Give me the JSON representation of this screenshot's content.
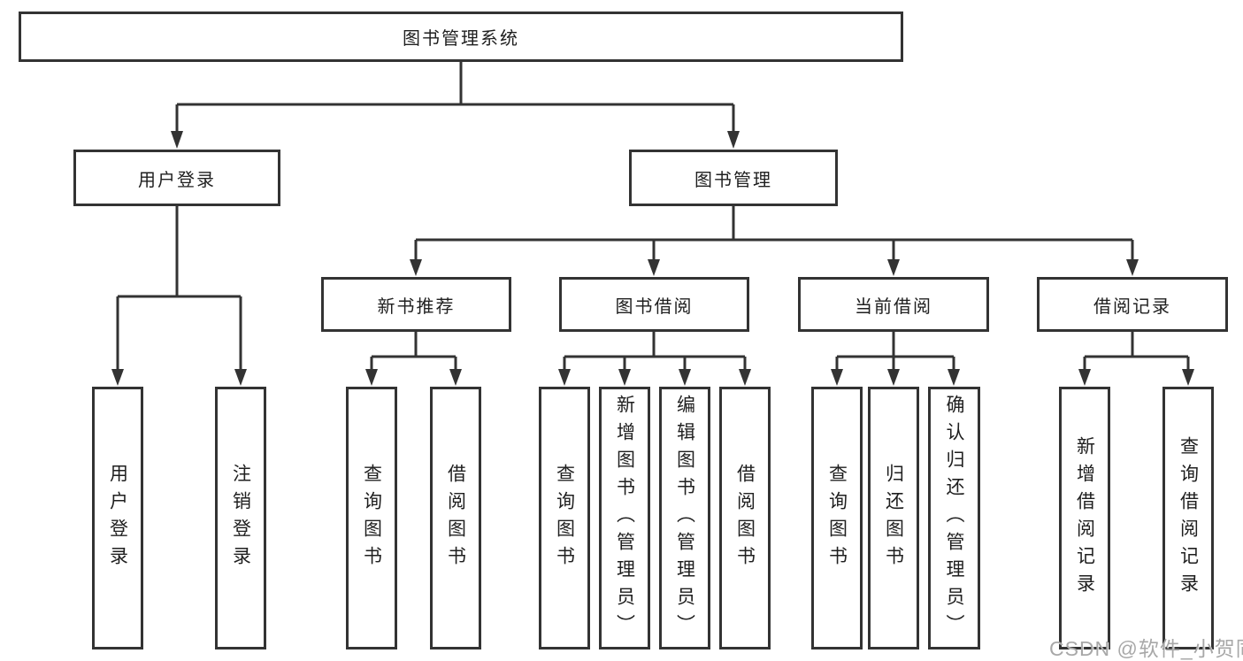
{
  "nodes": {
    "root": "图书管理系统",
    "user_login": "用户登录",
    "book_mgmt": "图书管理",
    "new_book_rec": "新书推荐",
    "book_borrow": "图书借阅",
    "current_borrow": "当前借阅",
    "borrow_records": "借阅记录",
    "ul_login": "用户登录",
    "ul_logout": "注销登录",
    "nb_query": "查询图书",
    "nb_borrow": "借阅图书",
    "bb_query": "查询图书",
    "bb_add": "新增图书（管理员）",
    "bb_edit": "编辑图书（管理员）",
    "bb_borrow": "借阅图书",
    "cb_query": "查询图书",
    "cb_return": "归还图书",
    "cb_confirm": "确认归还（管理员）",
    "br_add": "新增借阅记录",
    "br_query": "查询借阅记录"
  },
  "watermark": "CSDN @软件_小贺同学",
  "colors": {
    "line": "#333333",
    "box_border": "#333333",
    "box_background": "#ffffff",
    "text": "#1f1f1f",
    "watermark": "#a8a8a8",
    "page_background": "#ffffff"
  }
}
